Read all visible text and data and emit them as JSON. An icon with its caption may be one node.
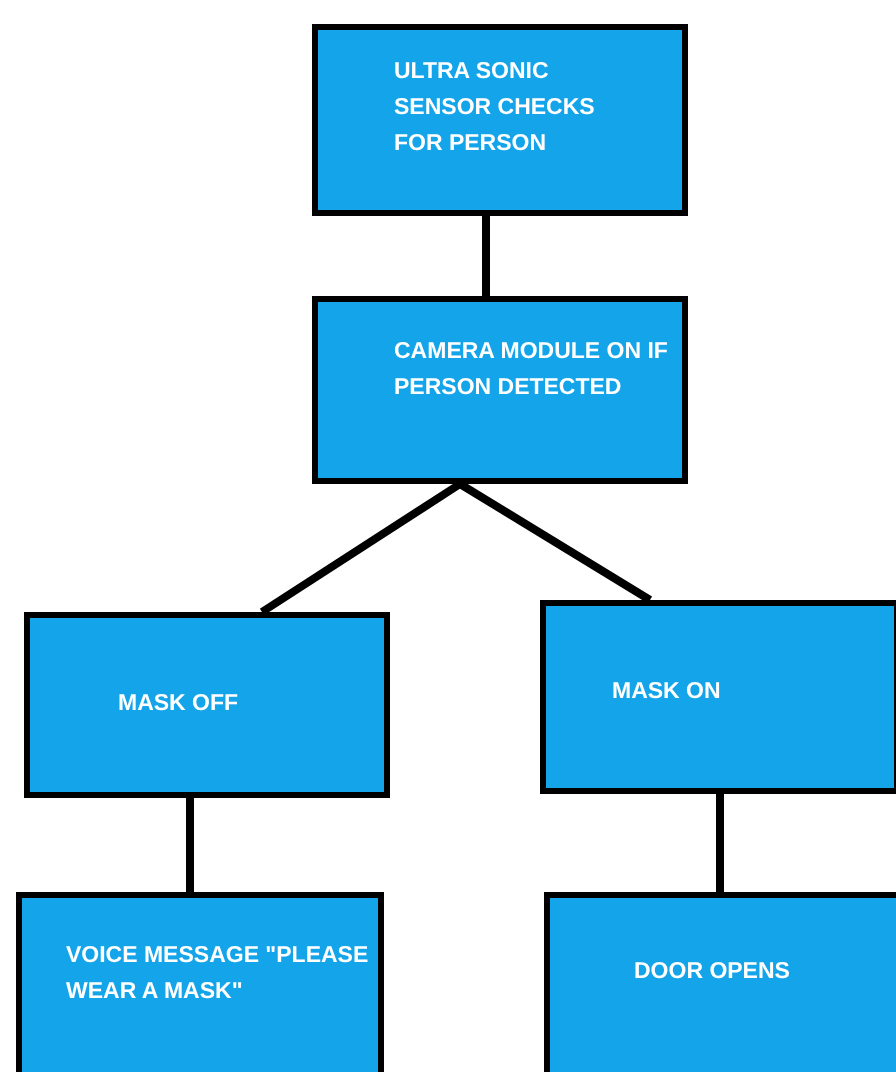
{
  "diagram": {
    "nodes": [
      {
        "text": [
          "ULTRA SONIC SENSOR CHECKS FOR PERSON"
        ]
      },
      {
        "text": [
          "CAMERA MODULE ON IF PERSON DETECTED"
        ]
      },
      {
        "text": [
          "MASK OFF"
        ]
      },
      {
        "text": [
          "MASK ON"
        ]
      },
      {
        "text": [
          "VOICE MESSAGE \"PLEASE WEAR A MASK\""
        ]
      },
      {
        "text": [
          "DOOR OPENS"
        ]
      }
    ],
    "edges": [
      {
        "from": 0,
        "to": 1,
        "arrow": "none"
      },
      {
        "from": 1,
        "to": 2,
        "arrow": "none"
      },
      {
        "from": 1,
        "to": 3,
        "arrow": "none"
      },
      {
        "from": 2,
        "to": 4,
        "arrow": "none"
      },
      {
        "from": 3,
        "to": 5,
        "arrow": "none"
      }
    ]
  }
}
